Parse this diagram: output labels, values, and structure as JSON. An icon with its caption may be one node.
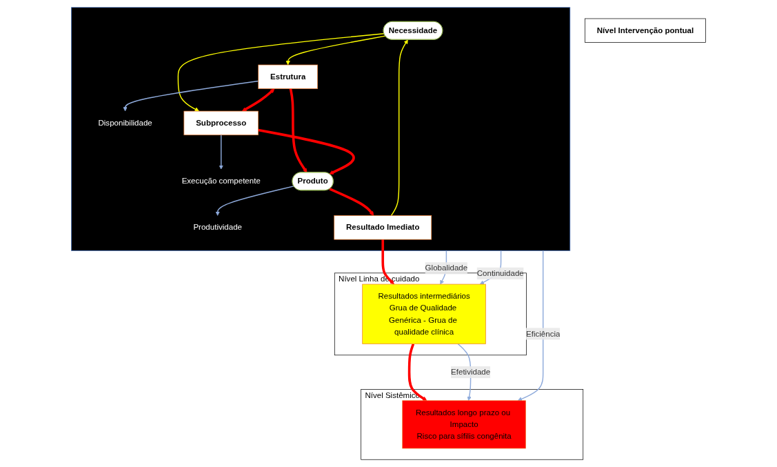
{
  "diagram": {
    "nodes": [
      {
        "text": [
          "Nível Intervenção pontual"
        ]
      },
      {
        "text": [
          "Nível Linha de cuidado"
        ]
      },
      {
        "text": [
          "Nível Sistêmico"
        ]
      },
      {
        "text": [],
        "shape": "box"
      },
      {
        "text": [
          "Necessidade"
        ],
        "in": 3
      },
      {
        "text": [
          "Estrutura"
        ],
        "in": 3
      },
      {
        "text": [
          "Disponibilidade"
        ],
        "in": 3
      },
      {
        "text": [
          "Subprocesso"
        ],
        "in": 3
      },
      {
        "text": [
          "Execução competente"
        ],
        "in": 3
      },
      {
        "text": [
          "Produto"
        ],
        "in": 3
      },
      {
        "text": [
          "Produtividade"
        ],
        "in": 3
      },
      {
        "text": [
          "Resultado Imediato"
        ],
        "in": 3
      },
      {
        "text": [
          "Resultados intermediários",
          "Grua de Qualidade Genérica - Grua de qualidade clínica"
        ],
        "in": 1
      },
      {
        "text": [
          "Resultados longo prazo ou Impacto",
          "Risco para sífilis congênita"
        ],
        "in": 2
      }
    ],
    "edges": [
      {
        "from": 11,
        "to": 4,
        "arrow": "to",
        "color": "#ffff00"
      },
      {
        "from": 4,
        "to": 5,
        "arrow": "to",
        "color": "#ffff00"
      },
      {
        "from": 4,
        "to": 7,
        "arrow": "to",
        "color": "#ffff00"
      },
      {
        "from": 5,
        "to": 7,
        "arrow": "both",
        "style": "thick",
        "color": "#ff0000"
      },
      {
        "from": 5,
        "to": 9,
        "arrow": "to",
        "style": "thick",
        "color": "#ff0000"
      },
      {
        "from": 7,
        "to": 9,
        "arrow": "to",
        "style": "thick",
        "color": "#ff0000"
      },
      {
        "from": 5,
        "to": 6,
        "arrow": "to",
        "color": "#8eaadb"
      },
      {
        "from": 7,
        "to": 8,
        "arrow": "to",
        "color": "#8eaadb"
      },
      {
        "from": 9,
        "to": 10,
        "arrow": "to",
        "color": "#8eaadb"
      },
      {
        "from": 9,
        "to": 11,
        "arrow": "to",
        "style": "thick",
        "color": "#ff0000"
      },
      {
        "from": 11,
        "to": 12,
        "arrow": "to",
        "style": "thick",
        "color": "#ff0000"
      },
      {
        "from": 12,
        "to": 13,
        "arrow": "to",
        "style": "thick",
        "color": "#ff0000"
      },
      {
        "from": 3,
        "to": 12,
        "arrow": "to",
        "label": "Globalidade",
        "color": "#8eaadb"
      },
      {
        "from": 3,
        "to": 13,
        "arrow": "to",
        "label": "Eficiência",
        "color": "#8eaadb"
      },
      {
        "from": 3,
        "to": 12,
        "arrow": "to",
        "label": "Continuidade",
        "color": "#8eaadb"
      },
      {
        "from": 12,
        "to": 13,
        "arrow": "to",
        "label": "Efetividade",
        "color": "#8eaadb"
      }
    ]
  }
}
